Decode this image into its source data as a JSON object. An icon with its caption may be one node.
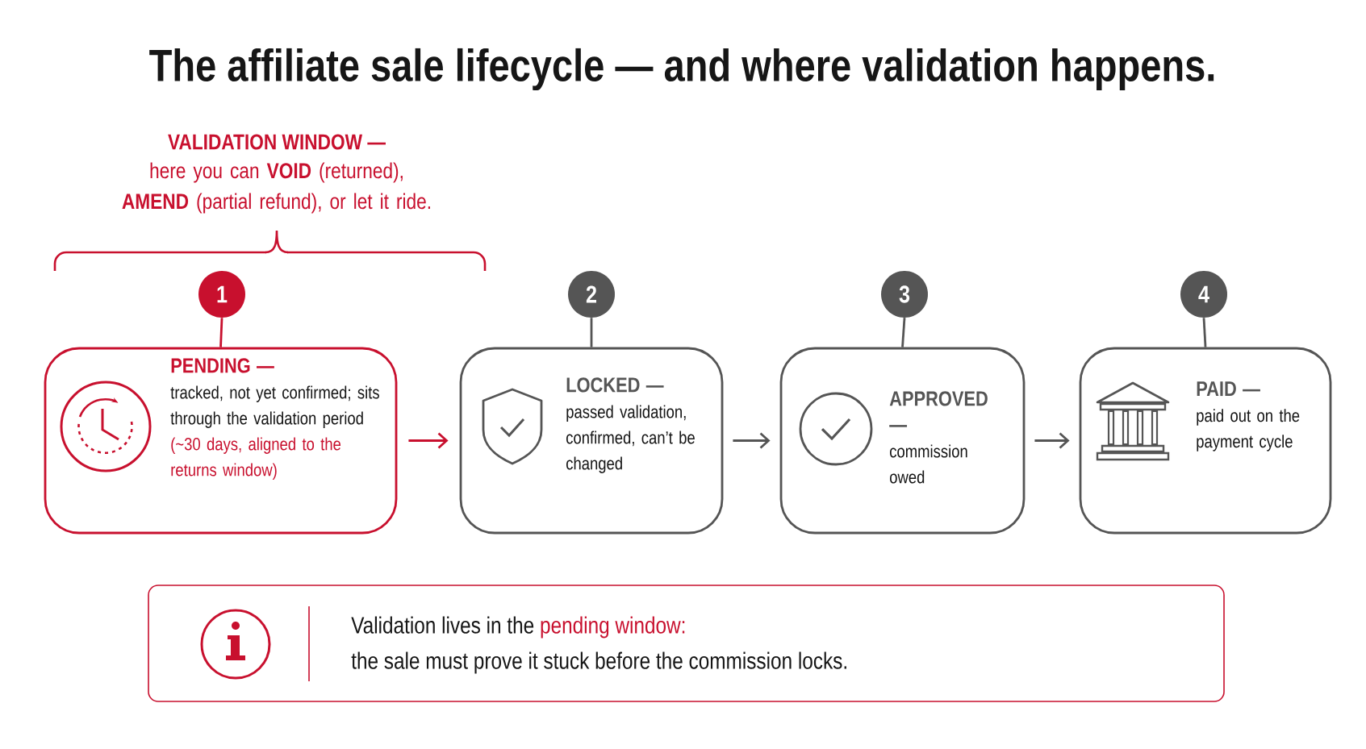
{
  "diagram": {
    "title": "The affiliate sale lifecycle — and where validation happens.",
    "nodes": [
      {
        "text": [
          "1"
        ]
      },
      {
        "text": [
          "PENDING —",
          "tracked, not yet confirmed; sits through the validation period",
          "(~30 days, aligned to the returns window)"
        ]
      },
      {
        "text": [
          "2"
        ]
      },
      {
        "text": [
          "LOCKED —",
          "passed validation, confirmed, can’t be changed"
        ]
      },
      {
        "text": [
          "3"
        ]
      },
      {
        "text": [
          "APPROVED —",
          "commission owed"
        ]
      },
      {
        "text": [
          "4"
        ]
      },
      {
        "text": [
          "PAID —",
          "paid out on the payment cycle"
        ]
      },
      {
        "text": [
          "Validation lives in the",
          "pending window:",
          "the sale must prove it stuck before the commission locks."
        ]
      }
    ],
    "edges": [
      {
        "from": 0,
        "to": 1,
        "arrow": "none",
        "color": "#c8102e"
      },
      {
        "from": 2,
        "to": 3,
        "arrow": "none"
      },
      {
        "from": 4,
        "to": 5,
        "arrow": "none"
      },
      {
        "from": 6,
        "to": 7,
        "arrow": "none"
      },
      {
        "from": 1,
        "to": 3,
        "arrow": "to",
        "color": "#c8102e"
      },
      {
        "from": 3,
        "to": 5,
        "arrow": "to"
      },
      {
        "from": 5,
        "to": 7,
        "arrow": "to"
      }
    ],
    "labels": [
      "VALIDATION WINDOW —",
      "here you can **VOID** (returned), **AMEND** (partial refund), or let it ride."
    ]
  }
}
